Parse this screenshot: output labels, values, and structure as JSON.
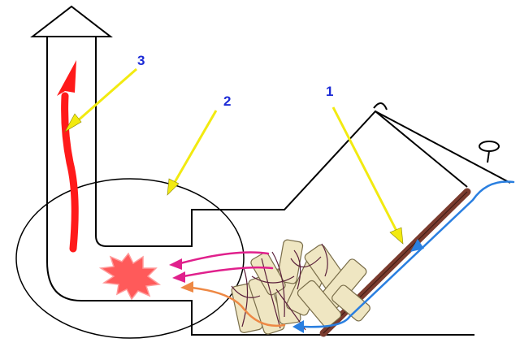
{
  "labels": [
    {
      "id": "1",
      "text": "1"
    },
    {
      "id": "2",
      "text": "2"
    },
    {
      "id": "3",
      "text": "3"
    }
  ],
  "colors": {
    "outline": "#000000",
    "label_text": "#1c2bd6",
    "leader_arrow": "#f2ea10",
    "leader_arrow_edge": "#8a8500",
    "hot_flow": "#ff1a1a",
    "flame": "#ff5a5a",
    "flame_edge": "#ff9a9a",
    "gas_flow_magenta": "#e0208c",
    "gas_flow_orange": "#ee8844",
    "air_flow": "#2a7fe0",
    "fuel_chute": "#7a3b2e",
    "wood": "#efe6c2",
    "wood_edge": "#7a6e4a",
    "twigs": "#5a1f3a"
  },
  "icons": [
    "chimney-arrow",
    "explosion-icon",
    "handle-icon"
  ]
}
